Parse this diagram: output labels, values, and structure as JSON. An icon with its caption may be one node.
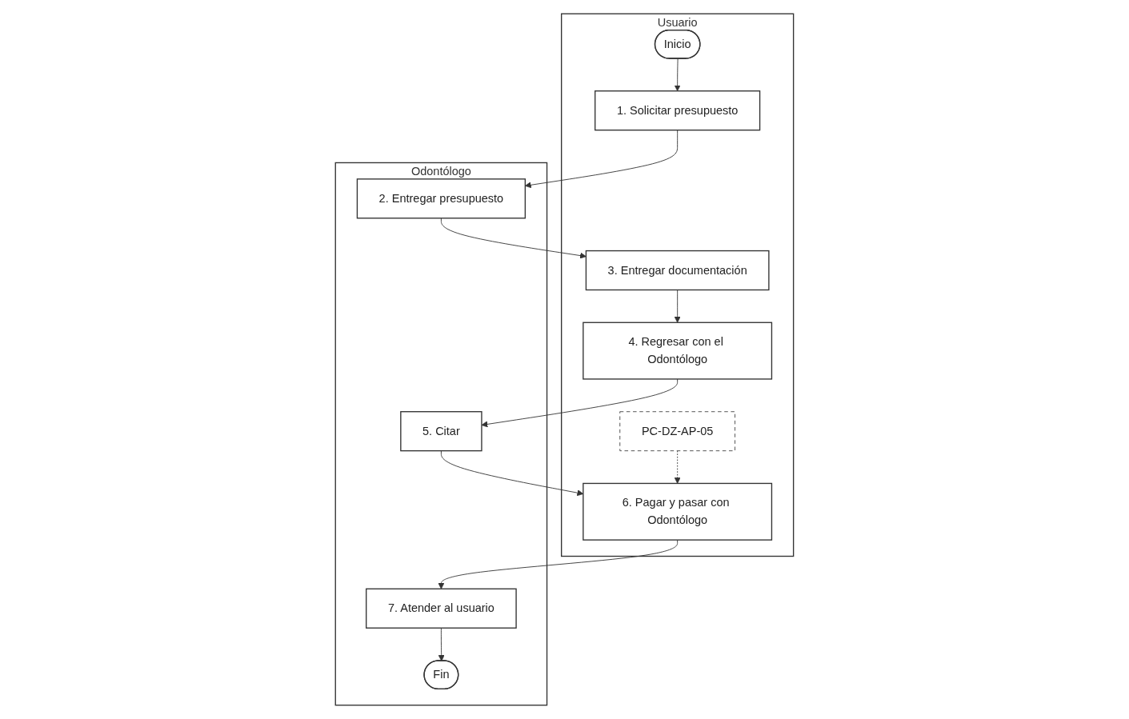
{
  "diagram": {
    "nodes": [
      {
        "text": [
          "Usuario"
        ]
      },
      {
        "text": [
          "Inicio"
        ],
        "in": 0
      },
      {
        "text": [
          "1. Solicitar presupuesto"
        ],
        "in": 0
      },
      {
        "text": [
          "3. Entregar documentación"
        ],
        "in": 0
      },
      {
        "text": [
          "4. Regresar con el Odontólogo"
        ],
        "in": 0
      },
      {
        "text": [
          "6. Pagar y pasar con Odontólogo"
        ],
        "in": 0
      },
      {
        "text": [
          "PC-DZ-AP-05"
        ],
        "in": 0
      },
      {
        "text": [
          "Odontólogo"
        ]
      },
      {
        "text": [
          "2. Entregar presupuesto"
        ],
        "in": 7
      },
      {
        "text": [
          "5. Citar"
        ],
        "in": 7
      },
      {
        "text": [
          "7. Atender al usuario"
        ],
        "in": 7
      },
      {
        "text": [
          "Fin"
        ],
        "in": 7
      }
    ],
    "edges": [
      {
        "from": 1,
        "to": 2,
        "arrow": "to"
      },
      {
        "from": 2,
        "to": 8,
        "arrow": "to"
      },
      {
        "from": 8,
        "to": 3,
        "arrow": "to"
      },
      {
        "from": 3,
        "to": 4,
        "arrow": "to"
      },
      {
        "from": 4,
        "to": 9,
        "arrow": "to"
      },
      {
        "from": 9,
        "to": 5,
        "arrow": "to"
      },
      {
        "from": 5,
        "to": 10,
        "arrow": "to"
      },
      {
        "from": 10,
        "to": 11,
        "arrow": "to"
      },
      {
        "from": 6,
        "to": 5,
        "arrow": "to",
        "style": "dashed"
      }
    ]
  }
}
